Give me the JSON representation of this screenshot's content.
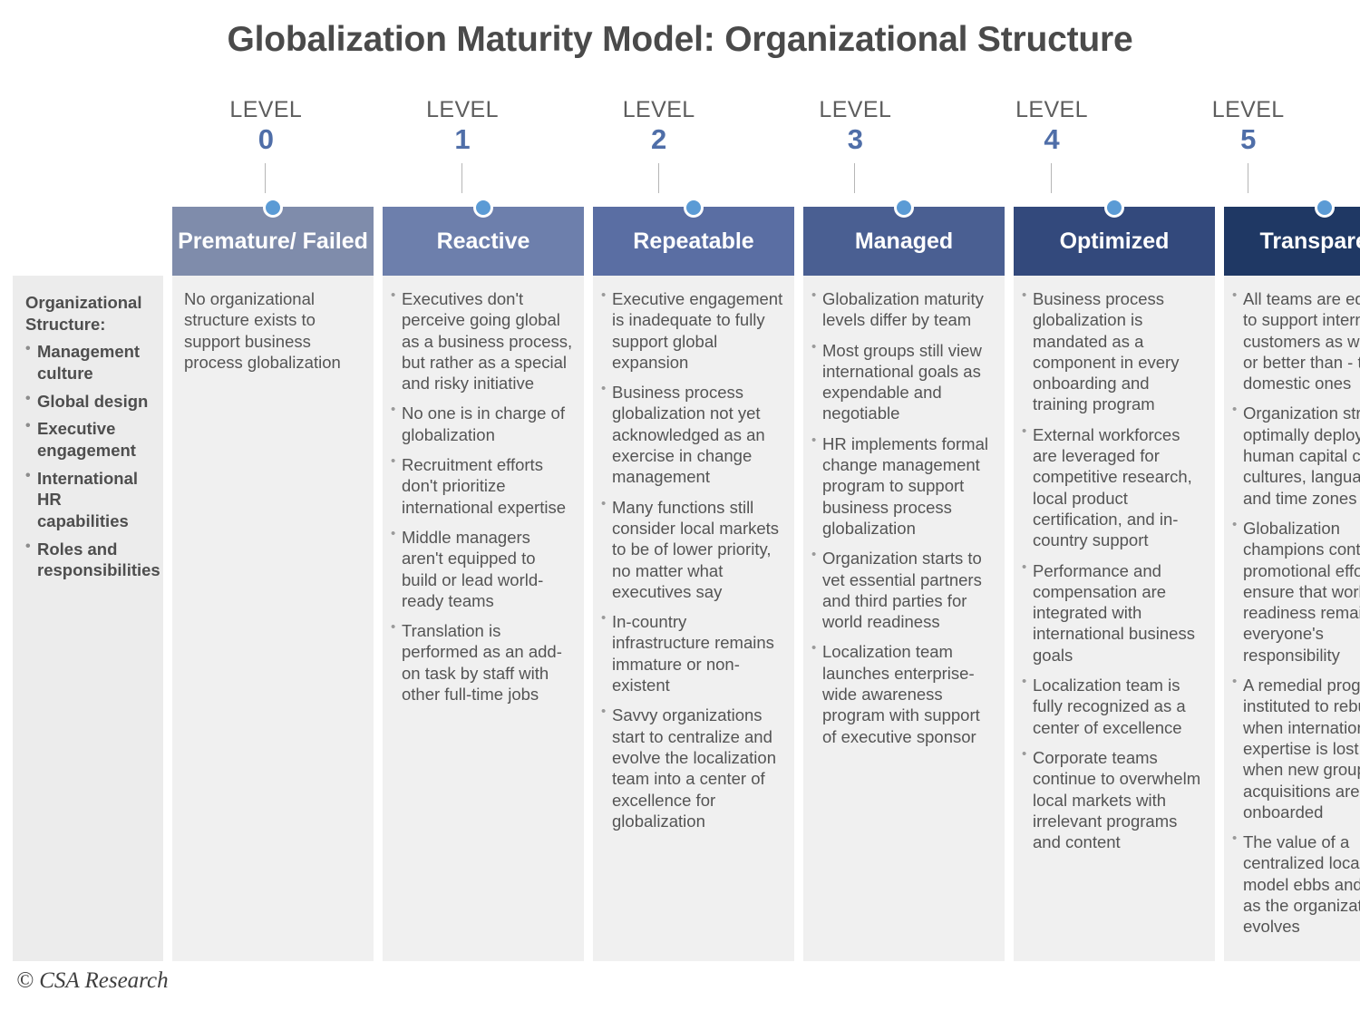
{
  "title": "Globalization Maturity Model: Organizational Structure",
  "footer": "© CSA Research",
  "level_word": "LEVEL",
  "colors": {
    "level_number": "#4f6ea8",
    "dot": "#5b9bd5",
    "body_bg": "#f0f0f0",
    "row_label_bg": "#ececec",
    "title_text": "#4a4a4a"
  },
  "row_label": {
    "title": "Organizational Structure:",
    "items": [
      "Management culture",
      "Global design",
      "Executive engagement",
      "International HR capabilities",
      "Roles and responsibilities"
    ]
  },
  "columns": [
    {
      "level": "0",
      "name": "Premature/ Failed",
      "header_color": "#7f8cab",
      "type": "text",
      "text": "No organizational structure exists to support business process globalization",
      "items": []
    },
    {
      "level": "1",
      "name": "Reactive",
      "header_color": "#6d7fac",
      "type": "bullets",
      "text": "",
      "items": [
        "Executives don't perceive going global as a business process, but rather as a special and risky initiative",
        "No one is in charge of globalization",
        "Recruitment efforts don't prioritize international expertise",
        "Middle managers aren't equipped to build or lead world-ready teams",
        "Translation is performed as an add-on task by staff with other full-time jobs"
      ]
    },
    {
      "level": "2",
      "name": "Repeatable",
      "header_color": "#5a6ea3",
      "type": "bullets",
      "text": "",
      "items": [
        "Executive engagement is inadequate to fully support global expansion",
        "Business process globalization not yet acknowledged as an exercise in change management",
        "Many functions still consider local markets to be of lower priority, no matter what executives say",
        "In-country infrastructure remains immature or non-existent",
        "Savvy organizations start to centralize and evolve the localization team into a center of excellence for globalization"
      ]
    },
    {
      "level": "3",
      "name": "Managed",
      "header_color": "#4a5f92",
      "type": "bullets",
      "text": "",
      "items": [
        "Globalization maturity levels differ by team",
        "Most groups still view international goals as expendable and negotiable",
        "HR implements formal change management program to support business process globalization",
        "Organization starts to vet essential partners and third parties for world readiness",
        "Localization team launches enterprise-wide awareness program with support of executive sponsor"
      ]
    },
    {
      "level": "4",
      "name": "Optimized",
      "header_color": "#33497c",
      "type": "bullets",
      "text": "",
      "items": [
        "Business process globalization is mandated as a component in every onboarding and training program",
        "External workforces are leveraged for competitive research, local product certification, and in-country support",
        "Performance and compensation are integrated with international business goals",
        "Localization team is fully recognized as a center of excellence",
        "Corporate teams continue to overwhelm local markets with irrelevant programs and content"
      ]
    },
    {
      "level": "5",
      "name": "Transparent",
      "header_color": "#1f3864",
      "type": "bullets",
      "text": "",
      "items": [
        "All teams are equipped to support international customers as well as - or better than - they do domestic ones",
        "Organization strives to optimally deploy human capital cross cultures, languages, and time zones",
        "Globalization champions continue promotional efforts to ensure that world-readiness remains everyone's responsibility",
        "A remedial program is instituted to rebuild when international expertise is lost or when new groups or acquisitions are onboarded",
        "The value of a centralized localization model ebbs and flows as the organization evolves"
      ]
    }
  ]
}
